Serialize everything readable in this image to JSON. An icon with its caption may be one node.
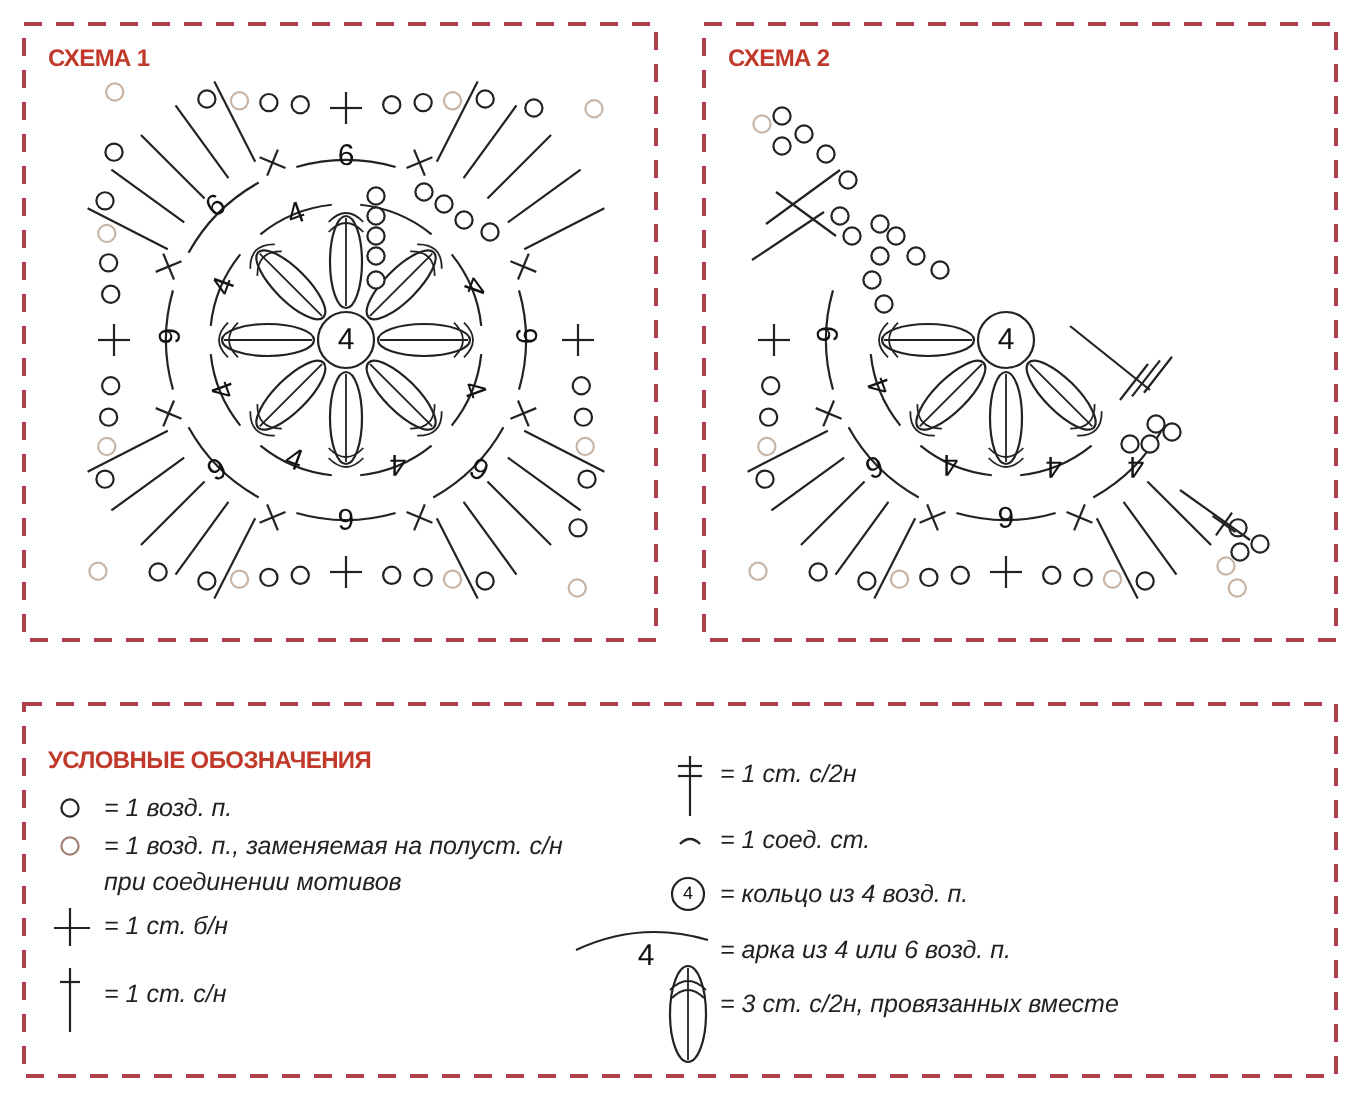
{
  "diagram": {
    "labels": [
      "СХЕМА 1",
      "6",
      "6",
      "4",
      "4",
      "4",
      "6",
      "4",
      "6",
      "4",
      "4",
      "6",
      "4",
      "4",
      "6",
      "6",
      "СХЕМА 2",
      "6",
      "4",
      "4",
      "6",
      "4",
      "4",
      "4",
      "6",
      "УСЛОВНЫЕ ОБОЗНАЧЕНИЯ",
      "4",
      "4"
    ],
    "legend": [
      {
        "text": "= 1 возд. п."
      },
      {
        "text": "= 1 возд. п., заменяемая на полуст. с/н при соединении мотивов"
      },
      {
        "text": "= 1 ст. б/н"
      },
      {
        "text": "= 1 ст. с/н"
      },
      {
        "text": "= 1 ст. с/2н"
      },
      {
        "text": "= 1 соед. ст."
      },
      {
        "text": "= кольцо из 4 возд. п."
      },
      {
        "text": "= арка из 4 или 6 возд. п."
      },
      {
        "text": "= 3 ст. с/2н, провязанных вместе"
      }
    ]
  }
}
